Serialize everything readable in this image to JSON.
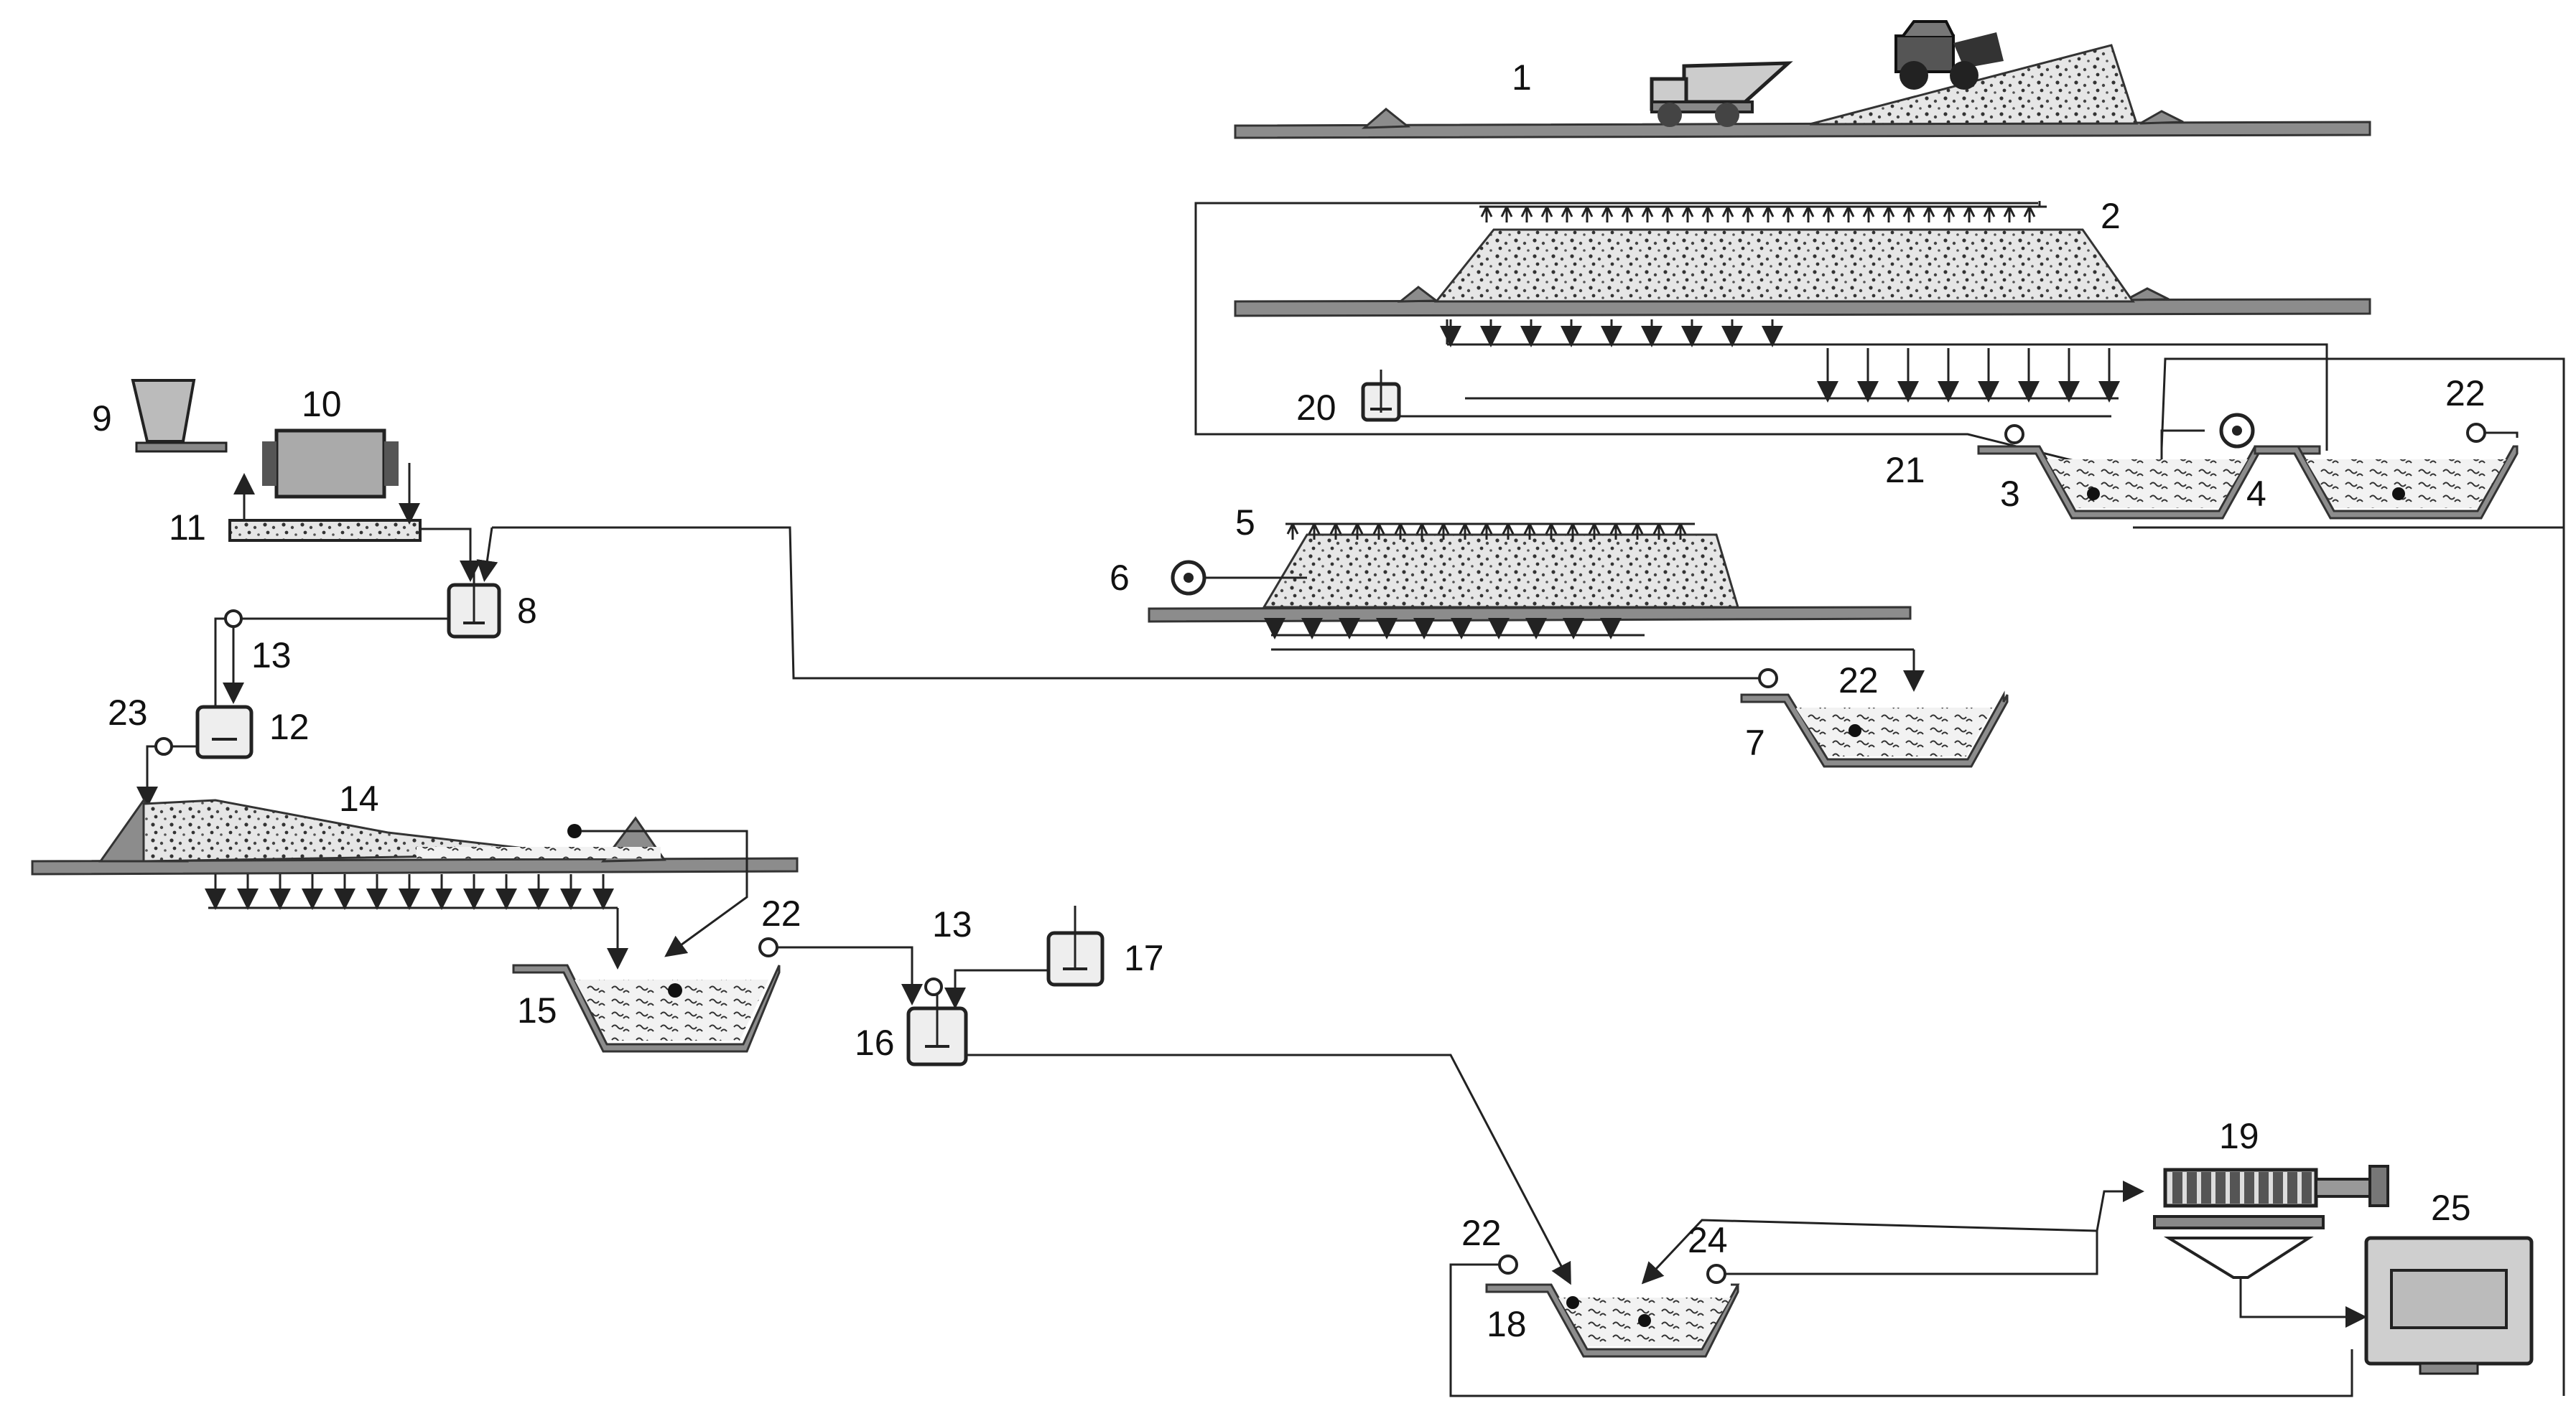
{
  "labels": {
    "n1": "1",
    "n2": "2",
    "n3": "3",
    "n4": "4",
    "n5": "5",
    "n6": "6",
    "n7": "7",
    "n8": "8",
    "n9": "9",
    "n10": "10",
    "n11": "11",
    "n12": "12",
    "n13a": "13",
    "n13b": "13",
    "n14": "14",
    "n15": "15",
    "n16": "16",
    "n17": "17",
    "n18": "18",
    "n19": "19",
    "n20": "20",
    "n21": "21",
    "n22a": "22",
    "n22b": "22",
    "n22c": "22",
    "n22d": "22",
    "n23": "23",
    "n24": "24",
    "n25": "25"
  },
  "icons": {
    "truck": "dump-truck-icon",
    "loader": "wheel-loader-icon",
    "hopper": "feed-hopper-icon",
    "mill": "ball-mill-icon",
    "conveyor": "screw-conveyor-icon",
    "tank": "stirred-tank-icon",
    "pump": "pump-icon",
    "blower": "blower-fan-icon",
    "filter_press": "filter-press-icon",
    "monitor": "monitor-icon"
  },
  "colors": {
    "ground": "#8c8c8c",
    "ore": "#e6e6e6",
    "line": "#222222"
  }
}
